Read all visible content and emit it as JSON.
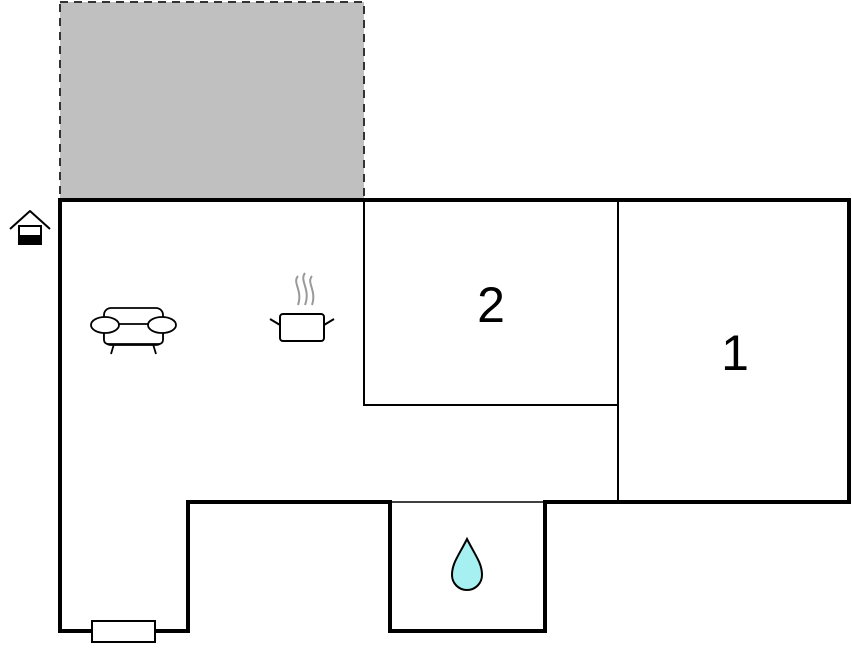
{
  "floorplan": {
    "rooms": [
      {
        "id": "bedroom-2",
        "label": "2"
      },
      {
        "id": "bedroom-1",
        "label": "1"
      }
    ],
    "icons": {
      "entrance": "house-entrance-icon",
      "living": "sofa-icon",
      "kitchen": "cooking-pot-icon",
      "bathroom": "water-drop-icon",
      "window": "window-icon"
    },
    "colors": {
      "wall": "#000000",
      "terrace": "#c0c0c0",
      "terrace_border": "#333333",
      "water_drop": "#a6f0f2",
      "steam": "#999999"
    }
  }
}
